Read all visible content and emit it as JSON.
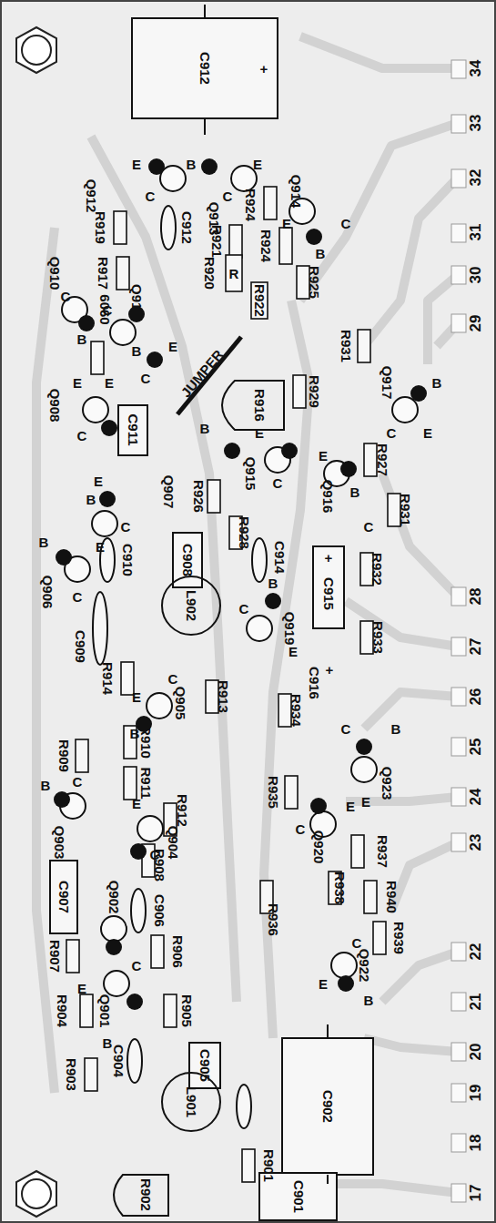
{
  "diagram": {
    "labels": [
      "34",
      "33",
      "32",
      "31",
      "30",
      "29",
      "28",
      "27",
      "26",
      "25",
      "24",
      "23",
      "22",
      "21",
      "20",
      "19",
      "18",
      "17",
      "C912",
      "+",
      "Q912",
      "E",
      "B",
      "E",
      "C",
      "C",
      "Q913",
      "R924",
      "Q914",
      "E",
      "B",
      "C",
      "R919",
      "C912",
      "R921",
      "R924",
      "R917",
      "R920",
      "R",
      "R922",
      "R925",
      "6060",
      "Q910",
      "C",
      "B",
      "C",
      "B",
      "Q911",
      "E",
      "E",
      "C",
      "JUMPER",
      "R916",
      "R929",
      "R931",
      "Q917",
      "B",
      "C",
      "E",
      "Q908",
      "E",
      "C",
      "C911",
      "B",
      "Q915",
      "E",
      "C",
      "E",
      "Q916",
      "R927",
      "B",
      "C",
      "R931",
      "E",
      "Q907",
      "B",
      "C",
      "R926",
      "Q906",
      "B",
      "E",
      "C",
      "C910",
      "C908",
      "R928",
      "C914",
      "C915",
      "+",
      "R932",
      "L902",
      "C909",
      "Q919",
      "B",
      "C",
      "E",
      "C916",
      "+",
      "R933",
      "R914",
      "E",
      "Q905",
      "B",
      "C",
      "R913",
      "R909",
      "R910",
      "R934",
      "C",
      "B",
      "Q923",
      "E",
      "R911",
      "B",
      "C",
      "Q903",
      "Q904",
      "E",
      "C",
      "R912",
      "R935",
      "C",
      "E",
      "Q920",
      "C907",
      "Q902",
      "R908",
      "R937",
      "R938",
      "R940",
      "R936",
      "C906",
      "R907",
      "R906",
      "R939",
      "C",
      "Q922",
      "E",
      "B",
      "C",
      "E",
      "Q901",
      "B",
      "R905",
      "R904",
      "C905",
      "L901",
      "R903",
      "C904",
      "C902",
      "R901",
      "C901",
      "R902"
    ]
  }
}
